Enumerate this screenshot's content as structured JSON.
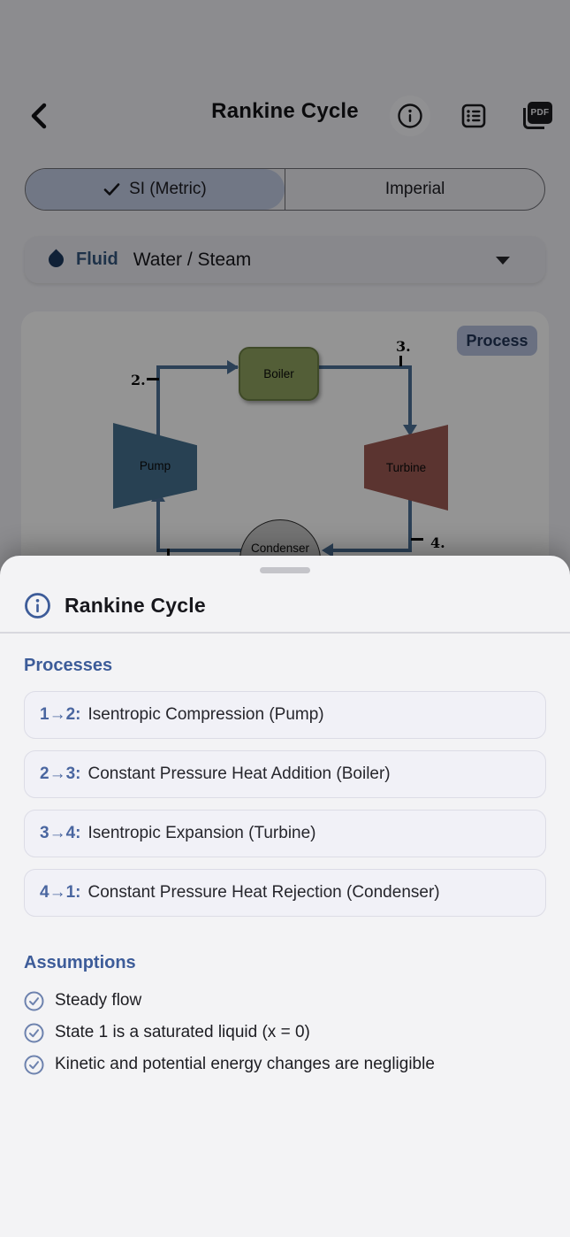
{
  "header": {
    "title": "Rankine Cycle",
    "icons": {
      "pdf_label": "PDF"
    }
  },
  "unit_toggle": {
    "options": [
      "SI (Metric)",
      "Imperial"
    ],
    "selected": "SI (Metric)"
  },
  "fluid": {
    "label": "Fluid",
    "value": "Water / Steam"
  },
  "diagram": {
    "badge": "Process",
    "components": {
      "boiler": "Boiler",
      "pump": "Pump",
      "turbine": "Turbine",
      "condenser": "Condenser"
    },
    "state_labels": {
      "s2": "2.",
      "s3": "3.",
      "s4": "4."
    }
  },
  "sheet": {
    "title": "Rankine Cycle",
    "processes_heading": "Processes",
    "processes": [
      {
        "prefix": "1→2:",
        "text": "Isentropic Compression (Pump)"
      },
      {
        "prefix": "2→3:",
        "text": "Constant Pressure Heat Addition (Boiler)"
      },
      {
        "prefix": "3→4:",
        "text": "Isentropic Expansion (Turbine)"
      },
      {
        "prefix": "4→1:",
        "text": "Constant Pressure Heat Rejection (Condenser)"
      }
    ],
    "assumptions_heading": "Assumptions",
    "assumptions": [
      "Steady flow",
      "State 1 is a saturated liquid (x = 0)",
      "Kinetic and potential energy changes are negligible"
    ]
  },
  "colors": {
    "accent_blue": "#3d5c99",
    "page_bg": "#f2f2f7",
    "sheet_bg": "#f3f3f5",
    "selected_segment_bg": "#c3cde6",
    "badge_bg": "#b7c2de",
    "boiler_green": "#8fa35f",
    "pump_blue": "#46708f",
    "turbine_red": "#9d5a53",
    "condenser_gray": "#c9c9c9",
    "pipe_blue": "#4d7197",
    "dim_overlay": "rgba(0,0,0,0.42)"
  }
}
